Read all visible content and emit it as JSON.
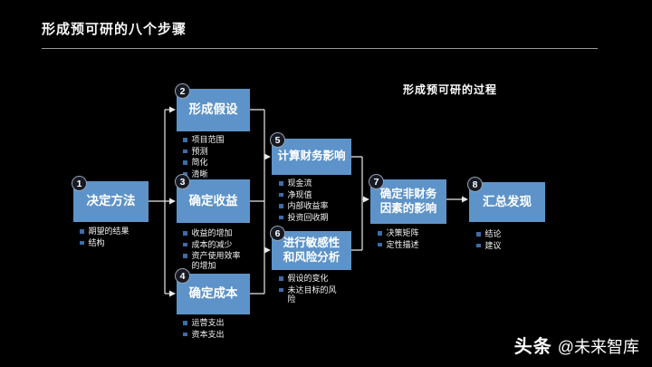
{
  "slide": {
    "title": "形成预可研的八个步骤",
    "process_label": "形成预可研的过程",
    "watermark": {
      "brand": "头条",
      "handle": "@未来智库"
    }
  },
  "steps": [
    {
      "num": "1",
      "title": "决定方法",
      "bullets": [
        "期望的结果",
        "结构"
      ]
    },
    {
      "num": "2",
      "title": "形成假设",
      "bullets": [
        "项目范围",
        "预测",
        "简化",
        "清晰"
      ]
    },
    {
      "num": "3",
      "title": "确定收益",
      "bullets": [
        "收益的增加",
        "成本的减少",
        "资产使用效率的增加"
      ]
    },
    {
      "num": "4",
      "title": "确定成本",
      "bullets": [
        "运营支出",
        "资本支出"
      ]
    },
    {
      "num": "5",
      "title": "计算财务影响",
      "bullets": [
        "现金流",
        "净现值",
        "内部收益率",
        "投资回收期"
      ]
    },
    {
      "num": "6",
      "title": "进行敏感性和风险分析",
      "bullets": [
        "假设的变化",
        "未达目标的风险"
      ]
    },
    {
      "num": "7",
      "title": "确定非财务因素的影响",
      "bullets": [
        "决策矩阵",
        "定性描述"
      ]
    },
    {
      "num": "8",
      "title": "汇总发现",
      "bullets": [
        "结论",
        "建议"
      ]
    }
  ],
  "colors": {
    "background": "#000000",
    "box_blue": "#5d93c8",
    "circle_fill": "#151a24",
    "bullet_square": "#3e6da6",
    "connector": "#e8e8e8"
  }
}
